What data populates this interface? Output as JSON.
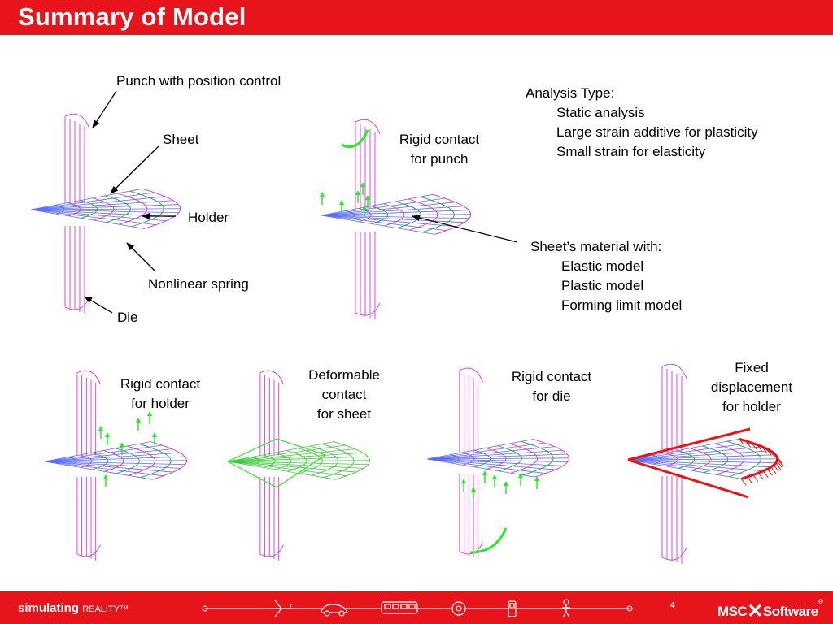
{
  "title": "Summary of Model",
  "labels": {
    "punch": "Punch with position control",
    "sheet": "Sheet",
    "holder": "Holder",
    "spring": "Nonlinear spring",
    "die": "Die",
    "rigid_punch": [
      "Rigid contact",
      "for punch"
    ],
    "rigid_holder": [
      "Rigid contact",
      "for holder"
    ],
    "deformable_sheet": [
      "Deformable",
      "contact",
      "for sheet"
    ],
    "rigid_die": [
      "Rigid contact",
      "for die"
    ],
    "fixed_holder": [
      "Fixed",
      "displacement",
      "for holder"
    ]
  },
  "analysis": {
    "heading": "Analysis Type:",
    "items": [
      "Static analysis",
      "Large strain additive for plasticity",
      "Small strain for elasticity"
    ]
  },
  "material": {
    "heading": "Sheet’s material with:",
    "items": [
      "Elastic model",
      "Plastic model",
      "Forming limit model"
    ]
  },
  "footer": {
    "tagline_bold": "simulating",
    "tagline_rest": "REALITY™",
    "page": "4",
    "logo_left": "MSC",
    "logo_x": "✕",
    "logo_right": "Software",
    "logo_reg": "®"
  },
  "colors": {
    "brand_red": "#e8141b",
    "mesh_magenta": "#e22ce6",
    "mesh_blue": "#5a6bff",
    "mesh_green": "#2f9a2f",
    "highlight_green": "#22ee22",
    "bc_red": "#ee1111"
  },
  "icons": [
    "airplane-icon",
    "car-icon",
    "train-icon",
    "gear-icon",
    "phone-icon",
    "person-icon"
  ]
}
